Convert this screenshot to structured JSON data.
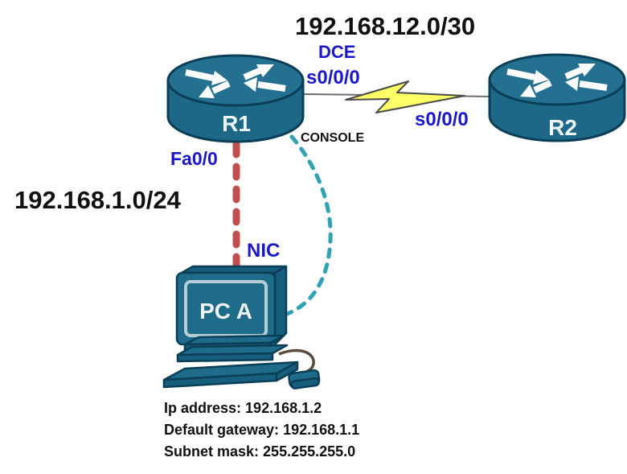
{
  "title": {
    "wan_network": "192.168.12.0/30",
    "lan_network": "192.168.1.0/24"
  },
  "links": {
    "serial": {
      "dce_label": "DCE",
      "r1_interface": "s0/0/0",
      "r2_interface": "s0/0/0"
    },
    "console_label": "CONSOLE",
    "lan": {
      "r1_interface": "Fa0/0",
      "pc_interface": "NIC"
    }
  },
  "devices": {
    "router1": "R1",
    "router2": "R2",
    "pc": "PC A"
  },
  "pc_config": {
    "lines": [
      {
        "label": "Ip address:",
        "value": "192.168.1.2"
      },
      {
        "label": "Default gateway:",
        "value": "192.168.1.1"
      },
      {
        "label": "Subnet mask:",
        "value": "255.255.255.0"
      }
    ]
  },
  "colors": {
    "device_teal": "#1e6b8a",
    "device_outline": "#0a3f57",
    "serial_bolt_yellow": "#feff66",
    "console_dash_teal": "#2fa3b4",
    "ethernet_dash_red": "#c0504d",
    "interface_label_blue": "#1a17cc"
  }
}
